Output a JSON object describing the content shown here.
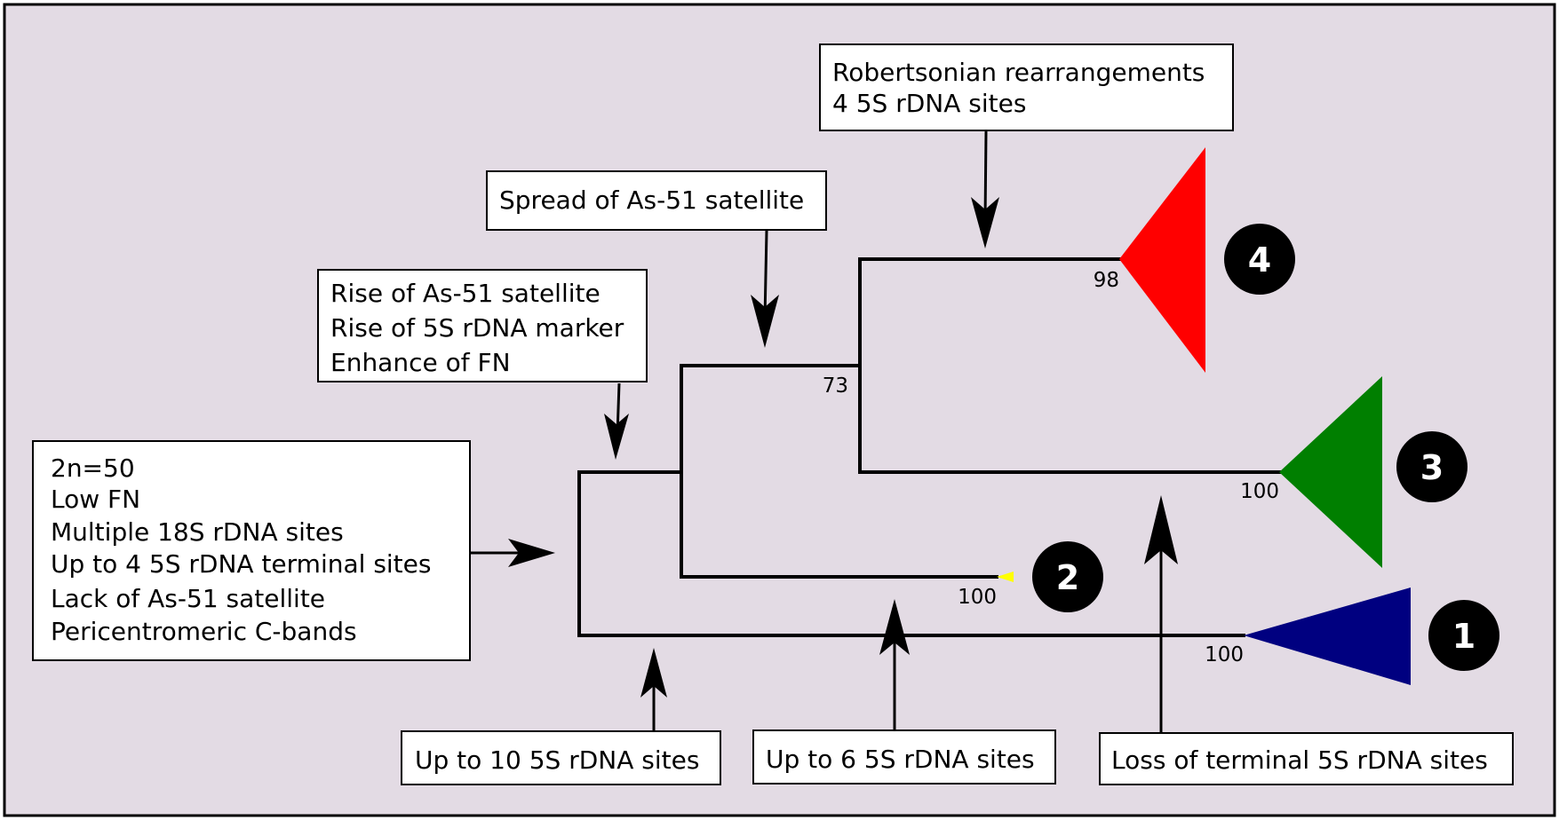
{
  "colors": {
    "background": "#e3dbe4",
    "clade1": "#000080",
    "clade2": "#ffff00",
    "clade3": "#007f00",
    "clade4": "#ff0000"
  },
  "notes": {
    "ancestral": [
      "2n=50",
      "Low FN",
      "Multiple 18S rDNA sites",
      "Up to 4 5S rDNA terminal sites",
      "Lack of As-51 satellite",
      "Pericentromeric C-bands"
    ],
    "rise": [
      "Rise of As-51 satellite",
      "Rise of 5S rDNA marker",
      "Enhance of FN"
    ],
    "spread": [
      "Spread of As-51 satellite"
    ],
    "robertsonian": [
      "Robertsonian rearrangements",
      "4 5S rDNA sites"
    ],
    "up_to_10": [
      "Up to 10 5S rDNA sites"
    ],
    "up_to_6": [
      "Up to 6 5S rDNA sites"
    ],
    "loss_terminal": [
      "Loss of terminal 5S rDNA sites"
    ]
  },
  "support_values": {
    "clade1": "100",
    "clade2": "100",
    "clade3": "100",
    "clade4": "98",
    "node_3_4": "73"
  },
  "clade_labels": [
    "1",
    "2",
    "3",
    "4"
  ]
}
